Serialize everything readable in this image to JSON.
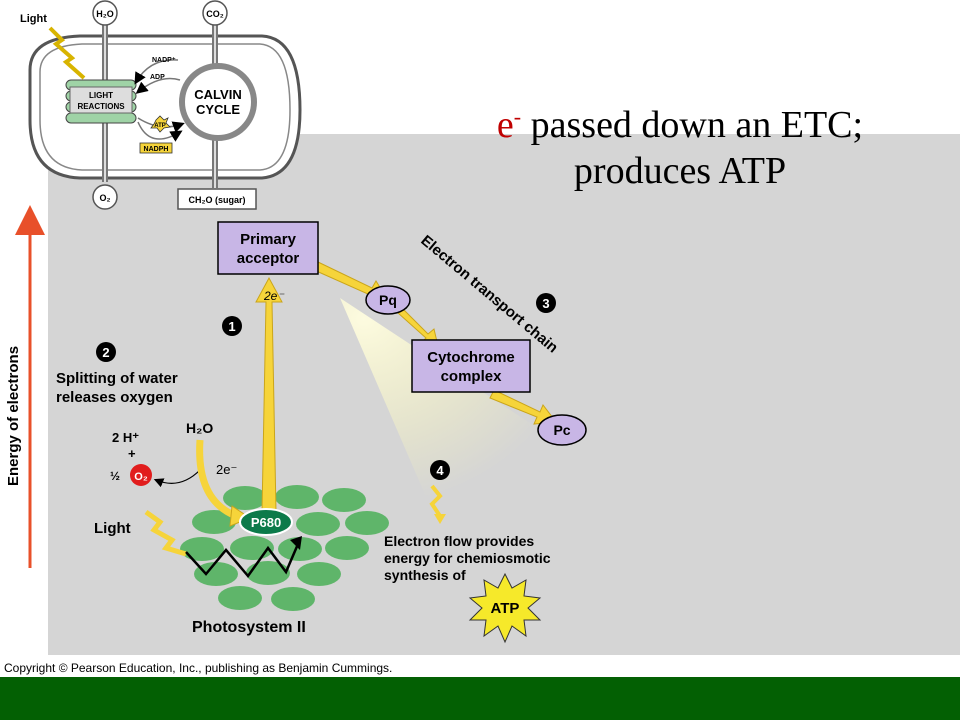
{
  "slide_title": {
    "electron": "e",
    "sup": "-",
    "line1_rest": " passed down an ETC;",
    "line2": "produces ATP"
  },
  "inset": {
    "light": "Light",
    "h2o": "H₂O",
    "co2": "CO₂",
    "nadp": "NADP⁺",
    "adp": "ADP",
    "light_reactions_1": "LIGHT",
    "light_reactions_2": "REACTIONS",
    "atp": "ATP",
    "nadph": "NADPH",
    "calvin_1": "CALVIN",
    "calvin_2": "CYCLE",
    "o2": "O₂",
    "sugar": "CH₂O (sugar)"
  },
  "diagram": {
    "axis_label": "Energy of electrons",
    "primary_acceptor_1": "Primary",
    "primary_acceptor_2": "acceptor",
    "pq": "Pq",
    "cytochrome_1": "Cytochrome",
    "cytochrome_2": "complex",
    "pc": "Pc",
    "etc_label": "Electron transport chain",
    "step1": "1",
    "step2": "2",
    "step3": "3",
    "step4": "4",
    "two_e_top": "2e⁻",
    "splitting_1": "Splitting of water",
    "splitting_2": "releases oxygen",
    "h2o": "H₂O",
    "two_h": "2 H⁺",
    "plus": "+",
    "half": "½",
    "o2": "O₂",
    "two_e_low": "2e⁻",
    "light": "Light",
    "p680": "P680",
    "photosystem": "Photosystem II",
    "electron_flow_1": "Electron flow provides",
    "electron_flow_2": "energy for chemiosmotic",
    "electron_flow_3": "synthesis of",
    "atp": "ATP"
  },
  "copyright": "Copyright © Pearson Education, Inc., publishing as Benjamin Cummings.",
  "colors": {
    "background_gray": "#d5d5d5",
    "footer_green": "#036003",
    "title_red": "#c00000",
    "carrier_purple": "#c8b6e6",
    "arrow_yellow": "#f6d43a",
    "disc_green": "#5fb56a",
    "p680_green": "#0c7a4a",
    "axis_red": "#e8502a"
  }
}
